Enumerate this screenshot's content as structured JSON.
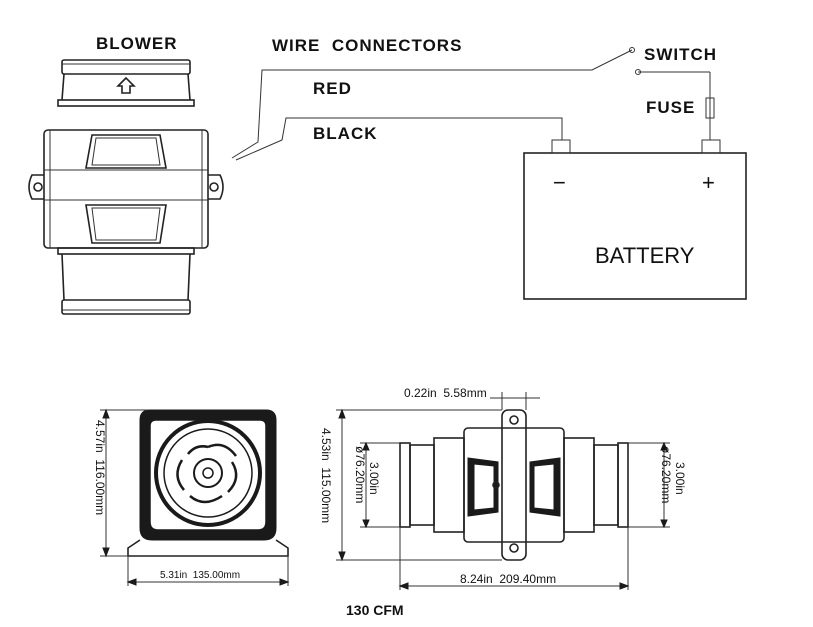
{
  "wiring": {
    "blower_label": "BLOWER",
    "wire_connectors_label": "WIRE  CONNECTORS",
    "red_label": "RED",
    "black_label": "BLACK",
    "switch_label": "SWITCH",
    "fuse_label": "FUSE",
    "battery_label": "BATTERY",
    "minus_symbol": "−",
    "plus_symbol": "+"
  },
  "front_view": {
    "height_label": "4.57in  116.00mm",
    "width_label": "5.31in  135.00mm"
  },
  "side_view": {
    "top_label": "0.22in  5.58mm",
    "height_label": "4.53in  115.00mm",
    "left_dia_label": "3.00in\nø76.20mm",
    "left_dia_in": "3.00in",
    "left_dia_mm": "ø76.20mm",
    "right_dia_in": "3.00in",
    "right_dia_mm": "ø76.20mm",
    "length_label": "8.24in  209.40mm"
  },
  "caption": "130 CFM"
}
